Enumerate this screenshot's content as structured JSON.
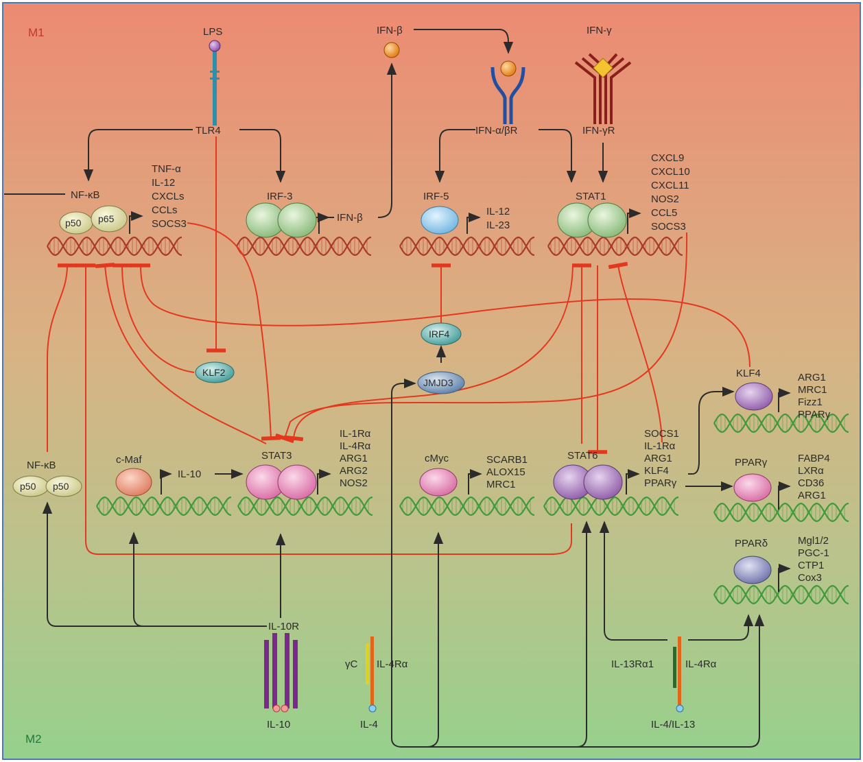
{
  "zones": {
    "top": "M1",
    "bottom": "M2",
    "top_color": "#c0392b",
    "bottom_color": "#1e7a3a"
  },
  "colors": {
    "bg_top": "#ec8a72",
    "bg_bottom": "#96d08c",
    "activation": "#2b2b2b",
    "inhibition": "#e4381e",
    "dna_m1": "#a93a2a",
    "dna_m2": "#3e9a3a",
    "border": "#4a78b0"
  },
  "ligands": {
    "lps": "LPS",
    "ifnb": "IFN-β",
    "ifng": "IFN-γ",
    "il10": "IL-10",
    "il4": "IL-4",
    "il4_il13": "IL-4/IL-13"
  },
  "receptors": {
    "tlr4": "TLR4",
    "ifnabr": "IFN-α/βR",
    "ifngr": "IFN-γR",
    "il10r": "IL-10R",
    "gammac": "γC",
    "il4ra_left": "IL-4Rα",
    "il13ra1": "IL-13Rα1",
    "il4ra_right": "IL-4Rα"
  },
  "factors": {
    "nfkb_top": "NF-κB",
    "p50": "p50",
    "p65": "p65",
    "irf3": "IRF-3",
    "irf5": "IRF-5",
    "stat1": "STAT1",
    "klf2": "KLF2",
    "irf4": "IRF4",
    "jmjd3": "JMJD3",
    "klf4": "KLF4",
    "nfkb_bottom": "NF-κB",
    "p50a": "p50",
    "p50b": "p50",
    "cmaf": "c-Maf",
    "stat3": "STAT3",
    "cmyc": "cMyc",
    "stat6": "STAT6",
    "ppar_g": "PPARγ",
    "ppar_d": "PPARδ"
  },
  "intermediates": {
    "ifnb_product": "IFN-β",
    "il10_product": "IL-10"
  },
  "gene_lists": {
    "nfkb": [
      "TNF-α",
      "IL-12",
      "CXCLs",
      "CCLs",
      "SOCS3"
    ],
    "irf5": [
      "IL-12",
      "IL-23"
    ],
    "stat1": [
      "CXCL9",
      "CXCL10",
      "CXCL11",
      "NOS2",
      "CCL5",
      "SOCS3"
    ],
    "klf4": [
      "ARG1",
      "MRC1",
      "Fizz1",
      "PPARγ"
    ],
    "stat3": [
      "IL-1Rα",
      "IL-4Rα",
      "ARG1",
      "ARG2",
      "NOS2"
    ],
    "cmyc": [
      "SCARB1",
      "ALOX15",
      "MRC1"
    ],
    "stat6": [
      "SOCS1",
      "IL-1Rα",
      "ARG1",
      "KLF4",
      "PPARγ"
    ],
    "pparg": [
      "FABP4",
      "LXRα",
      "CD36",
      "ARG1"
    ],
    "ppard": [
      "Mgl1/2",
      "PGC-1",
      "CTP1",
      "Cox3"
    ]
  }
}
